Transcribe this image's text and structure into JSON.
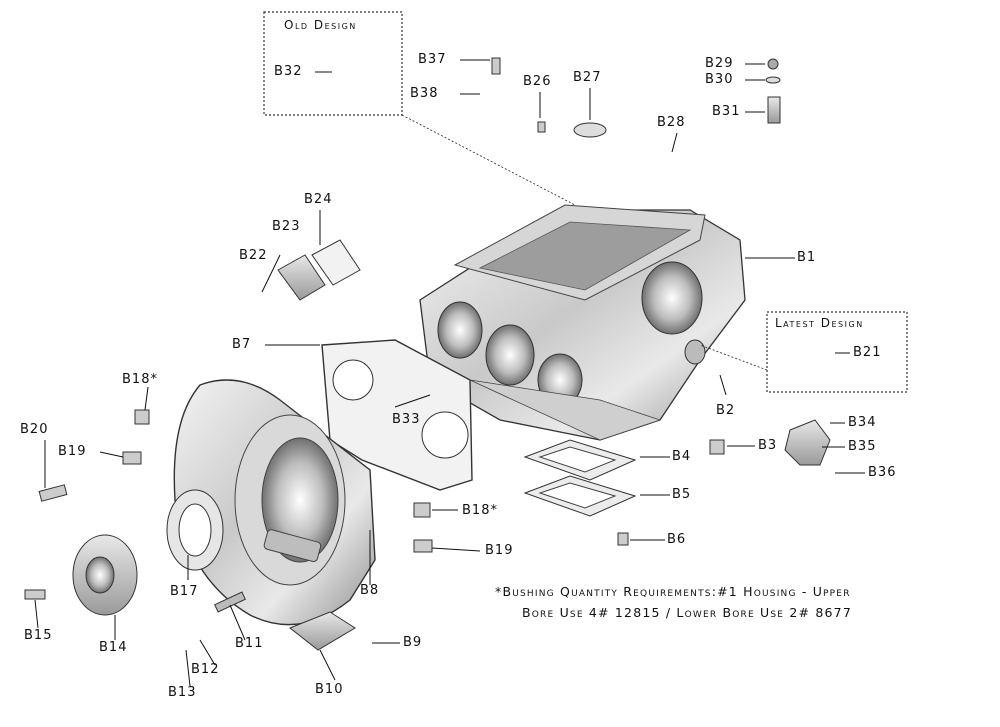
{
  "diagram": {
    "boxes": {
      "old": "Old Design",
      "latest": "Latest Design"
    },
    "note": {
      "line1": "*Bushing Quantity Requirements:#1 Housing - Upper",
      "line2": "Bore Use 4# 12815 / Lower Bore Use 2# 8677"
    },
    "labels": {
      "B1": "B1",
      "B2": "B2",
      "B3": "B3",
      "B4": "B4",
      "B5": "B5",
      "B6": "B6",
      "B7": "B7",
      "B8": "B8",
      "B9": "B9",
      "B10": "B10",
      "B11": "B11",
      "B12": "B12",
      "B13": "B13",
      "B14": "B14",
      "B15": "B15",
      "B17": "B17",
      "B18a": "B18*",
      "B18b": "B18*",
      "B19a": "B19",
      "B19b": "B19",
      "B20": "B20",
      "B21": "B21",
      "B22": "B22",
      "B23": "B23",
      "B24": "B24",
      "B26": "B26",
      "B27": "B27",
      "B28": "B28",
      "B29": "B29",
      "B30": "B30",
      "B31": "B31",
      "B32": "B32",
      "B33": "B33",
      "B34": "B34",
      "B35": "B35",
      "B36": "B36",
      "B37": "B37",
      "B38": "B38"
    }
  }
}
